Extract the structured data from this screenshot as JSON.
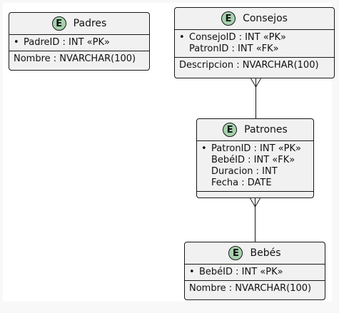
{
  "entities": {
    "padres": {
      "name": "Padres",
      "badge": "E",
      "keys": [
        {
          "mark": "•",
          "text": "PadreID : INT «PK»"
        }
      ],
      "fields": [
        "Nombre : NVARCHAR(100)"
      ]
    },
    "consejos": {
      "name": "Consejos",
      "badge": "E",
      "keys": [
        {
          "mark": "•",
          "text": "ConsejoID : INT «PK»"
        },
        {
          "mark": "",
          "text": "PatronID : INT «FK»"
        }
      ],
      "fields": [
        "Descripcion : NVARCHAR(100)"
      ]
    },
    "patrones": {
      "name": "Patrones",
      "badge": "E",
      "keys": [
        {
          "mark": "•",
          "text": "PatronID : INT «PK»"
        },
        {
          "mark": "",
          "text": "BebéID : INT «FK»"
        },
        {
          "mark": "",
          "text": "Duracion : INT"
        },
        {
          "mark": "",
          "text": "Fecha : DATE"
        }
      ],
      "fields": []
    },
    "bebes": {
      "name": "Bebés",
      "badge": "E",
      "keys": [
        {
          "mark": "•",
          "text": "BebéID : INT «PK»"
        }
      ],
      "fields": [
        "Nombre : NVARCHAR(100)"
      ]
    }
  },
  "relations": [
    {
      "from": "consejos",
      "to": "patrones",
      "crowfoot": "from"
    },
    {
      "from": "patrones",
      "to": "bebes",
      "crowfoot": "from"
    }
  ],
  "colors": {
    "entity_fill": "#f1f1f1",
    "badge_fill": "#a6d2ae",
    "border": "#181818"
  }
}
